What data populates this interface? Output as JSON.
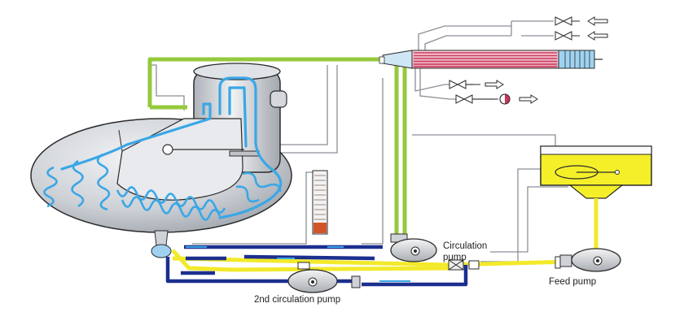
{
  "labels": {
    "circulation_pump": [
      "Circulation",
      "pump"
    ],
    "feed_pump": "Feed pump",
    "second_circulation_pump": "2nd circulation pump"
  },
  "colors": {
    "steam_line": "#95c93d",
    "feed_line": "#f2ea2a",
    "drain_line": "#1c2f8f",
    "water_tube": "#3aa7e6",
    "vessel_grey": "#c8ccd2",
    "heat_exchanger_tube": "#c9375a",
    "tank_liquid": "#f5ef2a",
    "outline": "#2b2b2b"
  },
  "icons": {
    "inlet_arrow": "arrow-left-outline",
    "outlet_arrow": "arrow-right-outline",
    "valve": "gate-valve-bowtie",
    "gauge": "pressure-gauge"
  }
}
